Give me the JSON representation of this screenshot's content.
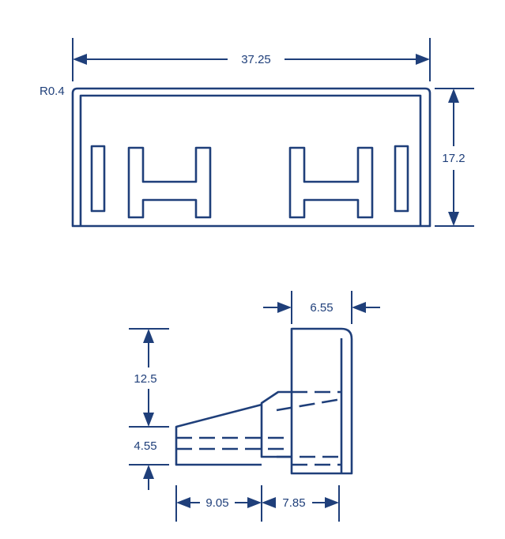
{
  "drawing": {
    "colors": {
      "line": "#1f3f7a",
      "background": "#ffffff"
    },
    "top_view": {
      "overall_width": "37.25",
      "overall_height": "17.2",
      "corner_radius": "R0.4"
    },
    "side_view": {
      "top_width": "6.55",
      "upper_height": "12.5",
      "lower_height": "4.55",
      "left_length": "9.05",
      "right_length": "7.85"
    }
  }
}
